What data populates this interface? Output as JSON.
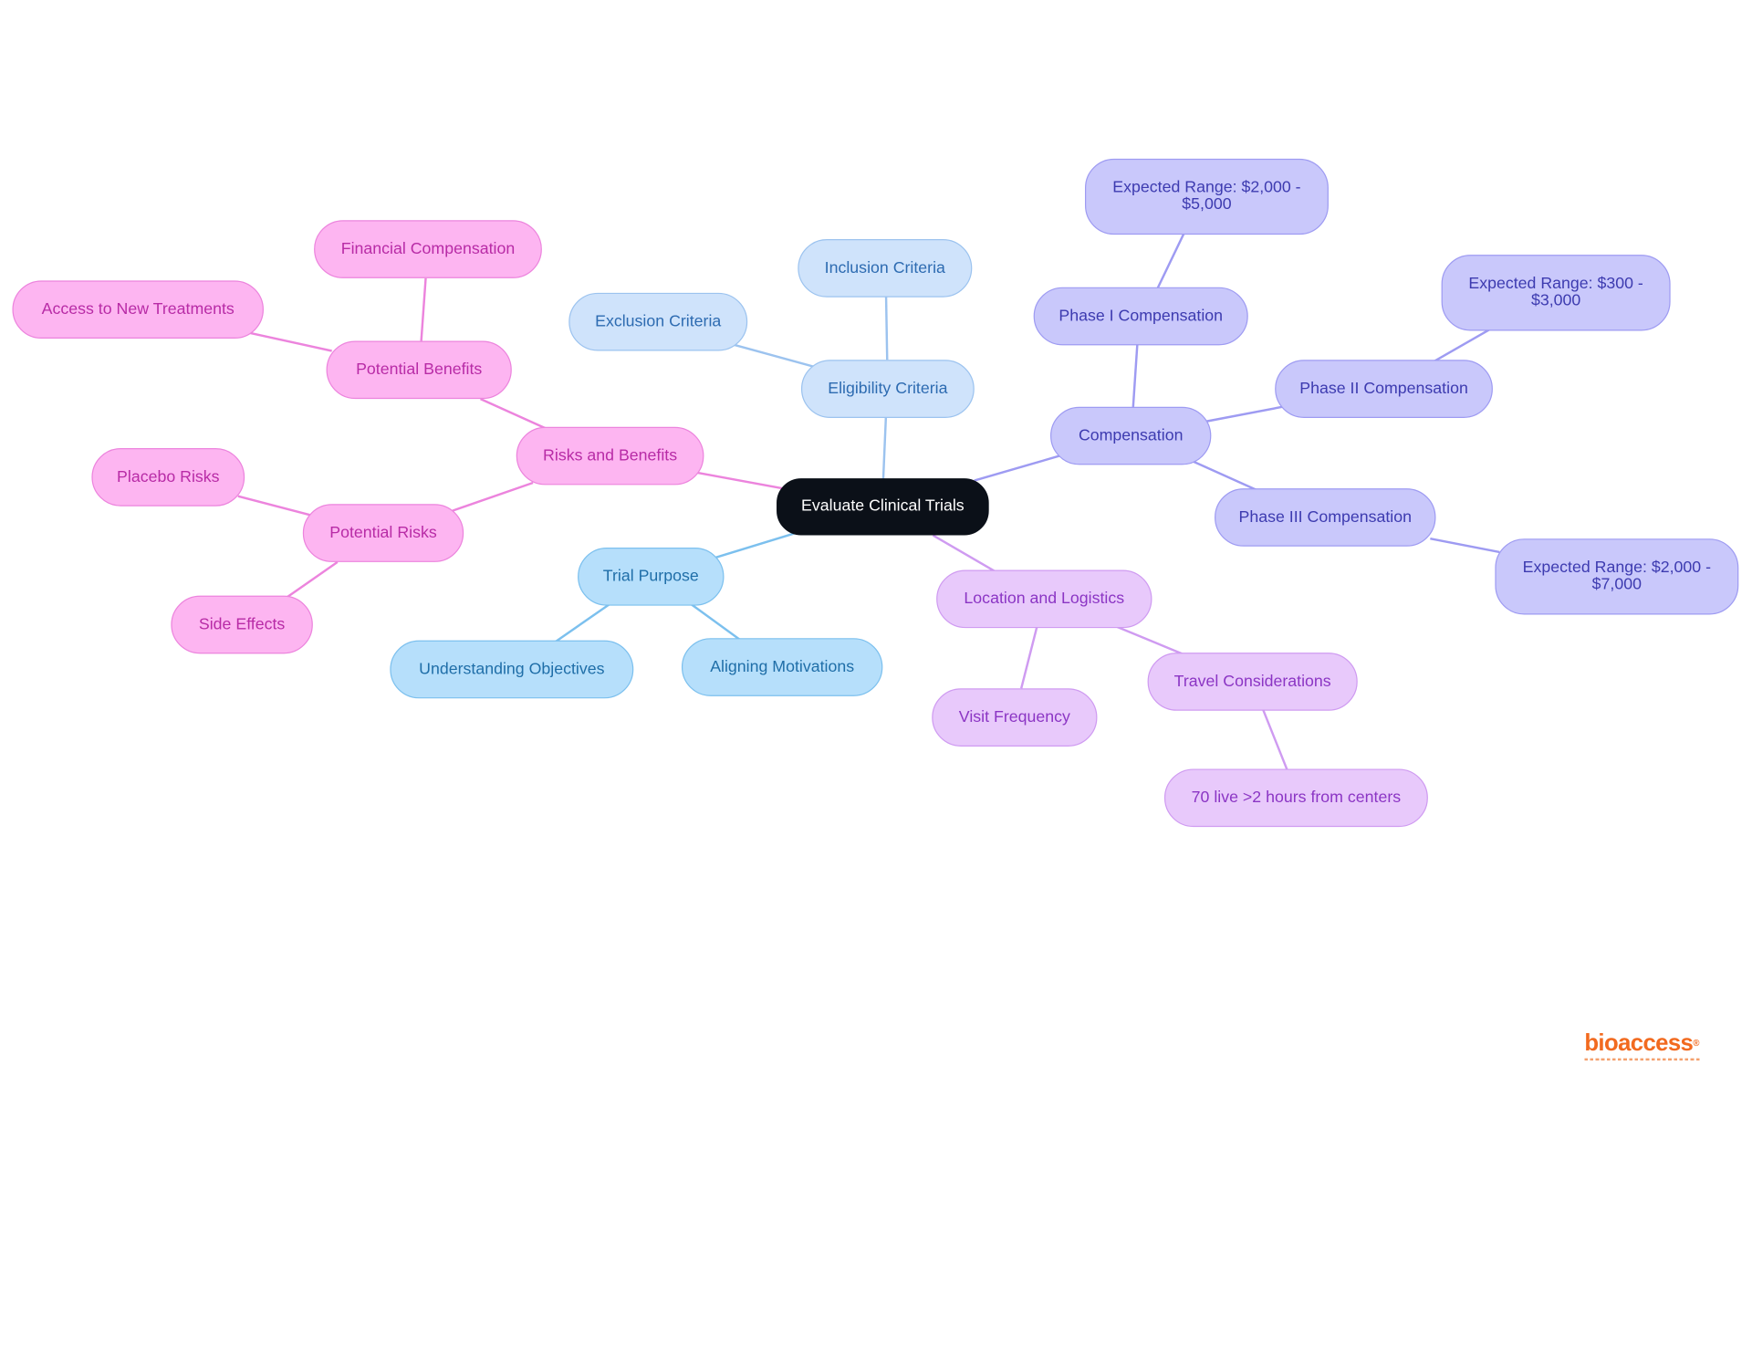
{
  "mindmap": {
    "root": "Evaluate Clinical Trials",
    "nodes": {
      "eligibility": "Eligibility Criteria",
      "inclusion": "Inclusion Criteria",
      "exclusion": "Exclusion Criteria",
      "compensation": "Compensation",
      "phase1": "Phase I Compensation",
      "phase1_range": "Expected Range: $2,000 - $5,000",
      "phase2": "Phase II Compensation",
      "phase2_range": "Expected Range: $300 - $3,000",
      "phase3": "Phase III Compensation",
      "phase3_range": "Expected Range: $2,000 - $7,000",
      "location": "Location and Logistics",
      "visit": "Visit Frequency",
      "travel": "Travel Considerations",
      "travel_stat": "70 live >2 hours from centers",
      "purpose": "Trial Purpose",
      "objectives": "Understanding Objectives",
      "motivations": "Aligning Motivations",
      "risks_benefits": "Risks and Benefits",
      "benefits": "Potential Benefits",
      "financial": "Financial Compensation",
      "access": "Access to New Treatments",
      "risks": "Potential Risks",
      "placebo": "Placebo Risks",
      "side_effects": "Side Effects"
    }
  },
  "logo": {
    "text": "bioaccess",
    "mark": "®"
  },
  "colors": {
    "root": "#0b1018",
    "eligibility_branch": "#9cc3ef",
    "purpose_branch": "#7cc0ee",
    "risks_branch": "#ec84dd",
    "compensation_branch": "#9e9bf2",
    "location_branch": "#cf9bf1",
    "logo": "#f26a1f"
  }
}
